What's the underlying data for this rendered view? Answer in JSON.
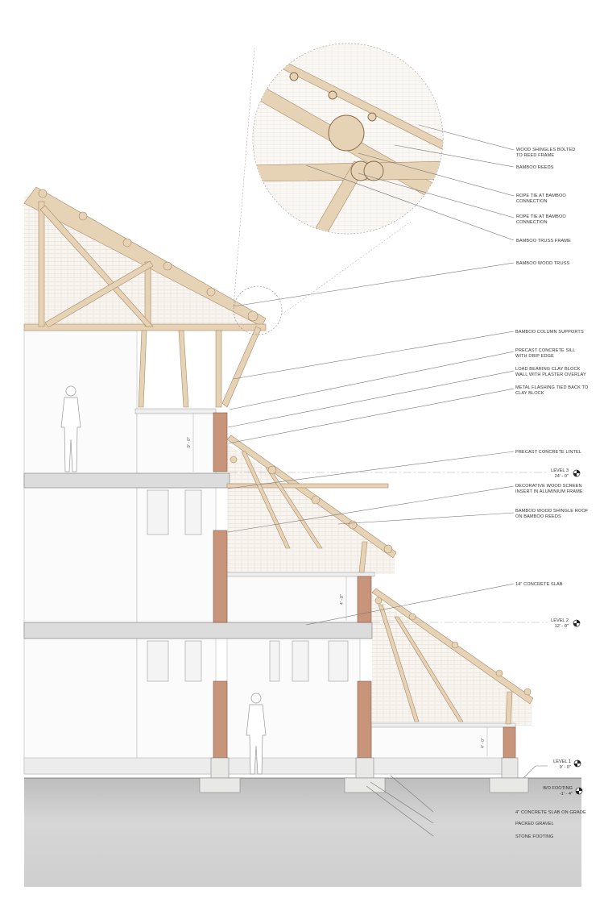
{
  "title": "Building section – bamboo truss roof with clay block walls",
  "callouts": [
    {
      "line1": "WOOD SHINGLES BOLTED",
      "line2": "TO REED FRAME"
    },
    {
      "line1": "BAMBOO REEDS",
      "line2": ""
    },
    {
      "line1": "ROPE TIE AT BAMBOO",
      "line2": "CONNECTION"
    },
    {
      "line1": "ROPE TIE AT BAMBOO",
      "line2": "CONNECTION"
    },
    {
      "line1": "BAMBOO TRUSS FRAME",
      "line2": ""
    },
    {
      "line1": "BAMBOO WOOD TRUSS",
      "line2": ""
    },
    {
      "line1": "BAMBOO COLUMN SUPPORTS",
      "line2": ""
    },
    {
      "line1": "PRECAST CONCRETE SILL",
      "line2": "WITH DRIP EDGE"
    },
    {
      "line1": "LOAD BEARING CLAY BLOCK",
      "line2": "WALL WITH PLASTER OVERLAY"
    },
    {
      "line1": "METAL FLASHING TIED BACK TO",
      "line2": "CLAY BLOCK"
    },
    {
      "line1": "PRECAST CONCRETE LINTEL",
      "line2": ""
    },
    {
      "line1": "DECORATIVE WOOD SCREEN",
      "line2": "INSERT IN ALUMINIUM FRAME"
    },
    {
      "line1": "BAMBOO WOOD SHINGLE ROOF",
      "line2": "ON BAMBOO REEDS"
    },
    {
      "line1": "14\" CONCRETE SLAB",
      "line2": ""
    },
    {
      "line1": "4\" CONCRETE SLAB ON GRADE",
      "line2": ""
    },
    {
      "line1": "PACKED GRAVEL",
      "line2": ""
    },
    {
      "line1": "STONE FOOTING",
      "line2": ""
    }
  ],
  "levels": [
    {
      "name": "LEVEL 3",
      "elevation": "24' - 0\""
    },
    {
      "name": "LEVEL 2",
      "elevation": "12' - 0\""
    },
    {
      "name": "LEVEL 1",
      "elevation": "0' - 0\""
    },
    {
      "name": "B/O FOOTING",
      "elevation": "-1' - 4\""
    }
  ],
  "dimensions": [
    "9' - 0\"",
    "4' - 0\"",
    "4' - 0\""
  ],
  "colors": {
    "wood": "#e6d2b5",
    "brick": "#c9957a",
    "ground": "#d4d4d4",
    "slab": "#dcdcdc"
  }
}
